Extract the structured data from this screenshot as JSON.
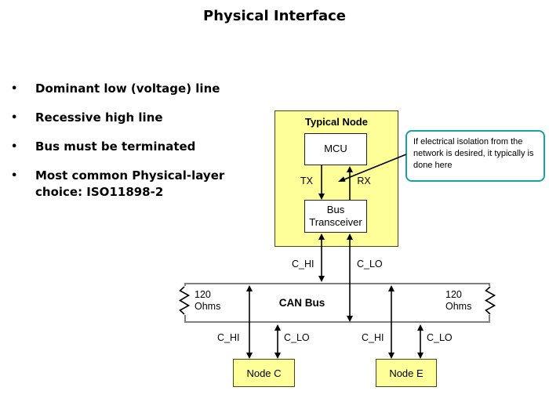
{
  "title": "Physical Interface",
  "bullets": [
    "Dominant low (voltage) line",
    "Recessive high line",
    "Bus must be terminated",
    "Most common Physical-layer choice: ISO11898-2"
  ],
  "diagram": {
    "typical_node_title": "Typical Node",
    "mcu_label": "MCU",
    "transceiver_label": "Bus Transceiver",
    "tx_label": "TX",
    "rx_label": "RX",
    "callout_text": "If electrical isolation from the network is desired, it typically is done here",
    "bus_label": "CAN Bus",
    "resistor_left": "120 Ohms",
    "resistor_right": "120 Ohms",
    "c_hi": "C_HI",
    "c_lo": "C_LO",
    "node_c_label": "Node C",
    "node_e_label": "Node E"
  },
  "colors": {
    "node_fill": "#FFFF99",
    "box_border": "#45451C",
    "bus_border": "#808080",
    "callout_border": "#1AA0A0",
    "wire": "#000000"
  }
}
